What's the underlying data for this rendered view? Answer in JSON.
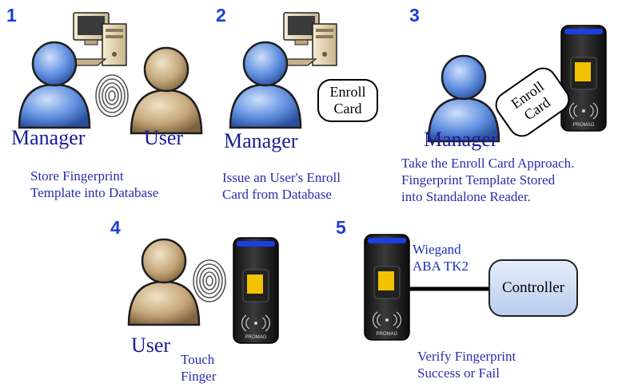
{
  "steps": [
    {
      "number": "1",
      "roles": [
        "Manager",
        "User"
      ],
      "caption": [
        "Store Fingerprint",
        "Template into Database"
      ]
    },
    {
      "number": "2",
      "roles": [
        "Manager"
      ],
      "card": [
        "Enroll",
        "Card"
      ],
      "caption": [
        "Issue an User's Enroll",
        "Card from Database"
      ]
    },
    {
      "number": "3",
      "roles": [
        "Manager"
      ],
      "card": [
        "Enroll",
        "Card"
      ],
      "caption": [
        "Take the Enroll Card Approach.",
        "Fingerprint Template Stored",
        "into Standalone Reader."
      ]
    },
    {
      "number": "4",
      "roles": [
        "User"
      ],
      "caption": [
        "Touch",
        "Finger"
      ]
    },
    {
      "number": "5",
      "interface": [
        "Wiegand",
        "ABA TK2"
      ],
      "controller": "Controller",
      "caption": [
        "Verify Fingerprint",
        "Success or Fail"
      ]
    }
  ],
  "reader_brand": "PROMAG",
  "colors": {
    "number": "#1c3fd1",
    "manager_body": "#4b7fd6",
    "user_body": "#b89a6c",
    "reader_led": "#1b3fe0",
    "fingerprint_window": "#f2c200",
    "controller_fill": "#d6e3f7"
  },
  "icons": [
    "manager-icon",
    "user-icon",
    "computer-icon",
    "fingerprint-icon",
    "enroll-card-icon",
    "reader-icon",
    "controller-box"
  ]
}
